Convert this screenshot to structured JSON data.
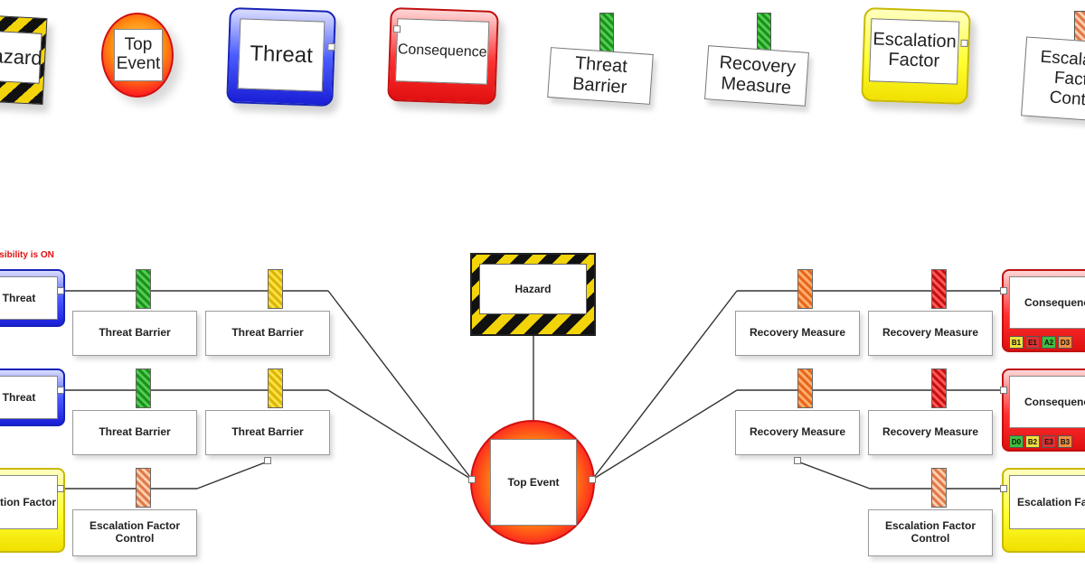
{
  "legend": {
    "hazard": "Hazard",
    "top_event": "Top Event",
    "threat": "Threat",
    "consequence": "Consequence",
    "threat_barrier": "Threat Barrier",
    "recovery_measure": "Recovery Measure",
    "escalation_factor": "Escalation Factor",
    "escalation_factor_control": "Escalation Factor Control"
  },
  "diagram": {
    "visibility_note": "Visibility is ON",
    "hazard": "Hazard",
    "top_event": "Top Event",
    "threats": [
      "Threat",
      "Threat"
    ],
    "escalation_factor_left": "Escalation Factor",
    "threat_barriers": [
      "Threat Barrier",
      "Threat Barrier",
      "Threat Barrier",
      "Threat Barrier"
    ],
    "escalation_factor_control_left": "Escalation Factor Control",
    "recovery_measures": [
      "Recovery Measure",
      "Recovery Measure",
      "Recovery Measure",
      "Recovery Measure"
    ],
    "escalation_factor_control_right": "Escalation Factor Control",
    "consequences": [
      "Consequence",
      "Consequence"
    ],
    "escalation_factor_right": "Escalation Factor",
    "consequence_1_badges": [
      "B1",
      "E1",
      "A2",
      "D3"
    ],
    "consequence_2_badges": [
      "D0",
      "B2",
      "E3",
      "B3"
    ]
  },
  "colors": {
    "threat": "#1a1fd6",
    "consequence": "#e01010",
    "escalation_factor": "#f0e000",
    "hazard_stripe": "#f3d40a",
    "barrier_effective": "#1f8f1f",
    "barrier_partial": "#ffe04a",
    "recovery_orange": "#e8661a",
    "recovery_red": "#c81010",
    "control": "#e07a4a",
    "badge_green": "#3fbf3f",
    "badge_red": "#e03030",
    "badge_yellow": "#f0e040",
    "badge_orange": "#f09040"
  }
}
